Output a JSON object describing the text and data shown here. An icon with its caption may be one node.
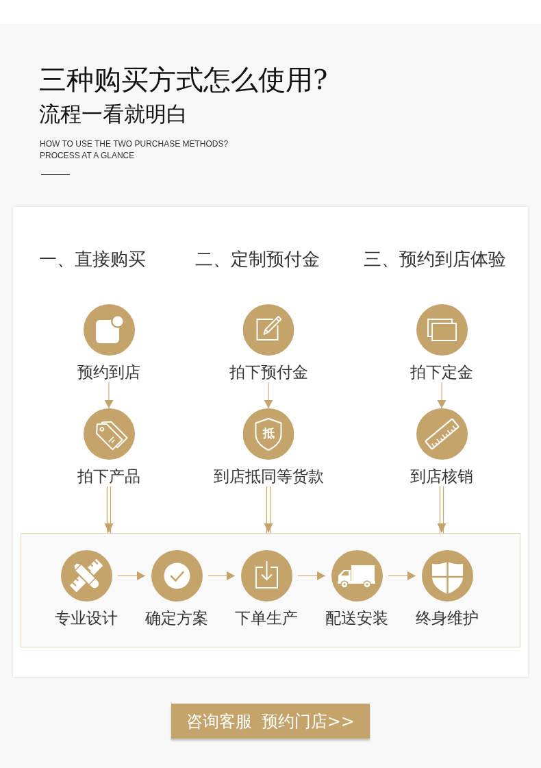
{
  "diagram": {
    "title": "三种购买方式怎么使用?",
    "nodes": [
      {
        "text": [
          "预约到店"
        ]
      },
      {
        "text": [
          "拍下预付金"
        ]
      },
      {
        "text": [
          "拍下定金"
        ]
      },
      {
        "text": [
          "拍下产品"
        ]
      },
      {
        "text": [
          "抵",
          "到店抵同等货款"
        ]
      },
      {
        "text": [
          "到店核销"
        ]
      },
      {
        "text": [],
        "shape": "box"
      },
      {
        "text": [
          "专业设计"
        ],
        "in": 6
      },
      {
        "text": [
          "确定方案"
        ],
        "in": 6
      },
      {
        "text": [
          "下单生产"
        ],
        "in": 6
      },
      {
        "text": [
          "配送安装"
        ],
        "in": 6
      },
      {
        "text": [
          "终身维护"
        ],
        "in": 6
      }
    ],
    "edges": [
      {
        "from": 0,
        "to": 3,
        "arrow": "to"
      },
      {
        "from": 1,
        "to": 4,
        "arrow": "to"
      },
      {
        "from": 2,
        "to": 5,
        "arrow": "to"
      },
      {
        "from": 3,
        "to": 6,
        "arrow": "to"
      },
      {
        "from": 4,
        "to": 6,
        "arrow": "to"
      },
      {
        "from": 5,
        "to": 6,
        "arrow": "to"
      },
      {
        "from": 7,
        "to": 8,
        "arrow": "to"
      },
      {
        "from": 8,
        "to": 9,
        "arrow": "to"
      },
      {
        "from": 9,
        "to": 10,
        "arrow": "to"
      },
      {
        "from": 10,
        "to": 11,
        "arrow": "to"
      }
    ],
    "labels": [
      "流程一看就明白",
      "HOW TO USE THE TWO PURCHASE METHODS? PROCESS AT A GLANCE",
      "一、直接购买",
      "二、定制预付金",
      "三、预约到店体验",
      "咨询客服 预约门店>>"
    ]
  }
}
